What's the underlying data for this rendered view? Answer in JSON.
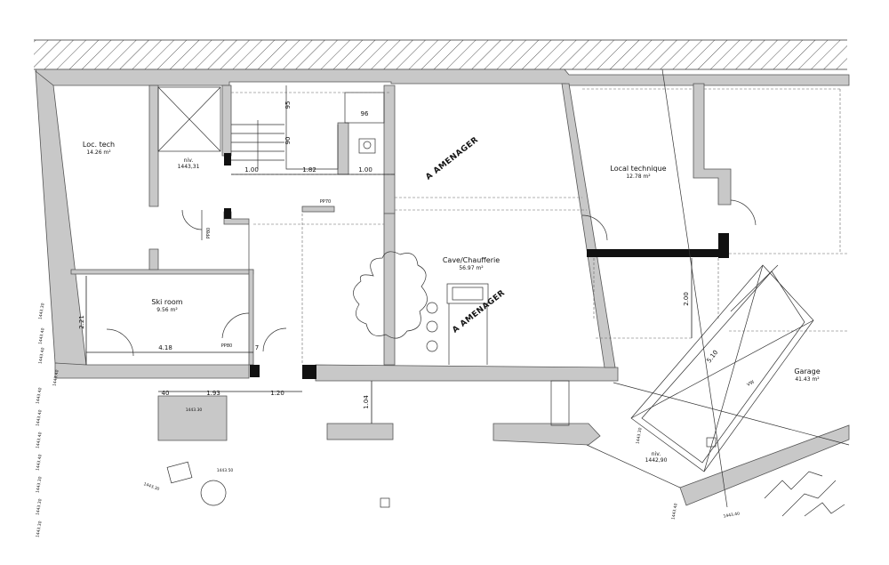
{
  "rooms": {
    "loc_tech": {
      "name": "Loc. tech",
      "area": "14.26 m²"
    },
    "niv_stairs": {
      "name": "niv.",
      "level": "1443,31"
    },
    "local_technique": {
      "name": "Local technique",
      "area": "12.78 m²"
    },
    "ski_room": {
      "name": "Ski room",
      "area": "9.56 m²"
    },
    "cave": {
      "name": "Cave/Chaufferie",
      "area": "56.97 m²"
    },
    "garage": {
      "name": "Garage",
      "area": "41.43 m²"
    },
    "niv_garage": {
      "name": "niv.",
      "level": "1442,90"
    }
  },
  "labels": {
    "amenager_1": "A AMENAGER",
    "amenager_2": "A AMENAGER",
    "pp80_vertical": "PP80",
    "pp80_ski": "PP80",
    "pp70": "PP70",
    "vw": "VW"
  },
  "dimensions": {
    "d95": "95",
    "d96": "96",
    "d90": "90",
    "d100a": "1.00",
    "d182": "1.82",
    "d100b": "1.00",
    "d221": "2.21",
    "d418": "4.18",
    "d7": "7",
    "d40": "40",
    "d193": "1.93",
    "d120": "1.20",
    "d104": "1.04",
    "d200": "2.00",
    "d510": "5.10"
  },
  "survey_points": {
    "p1": "1443.30",
    "p2": "1443.50",
    "p3": "1443.30",
    "p4": "1443.30",
    "p5": "1443.40",
    "p6": "1443.40",
    "p7": "1443.40",
    "p8": "1443.40",
    "p9": "1443.40",
    "p10": "1443.40",
    "p11": "1443.40",
    "p12": "1443.30",
    "p13": "1443.30",
    "p14": "1443.30",
    "p15": "1443.30",
    "p16": "1443.40",
    "p17": "1443.40"
  }
}
